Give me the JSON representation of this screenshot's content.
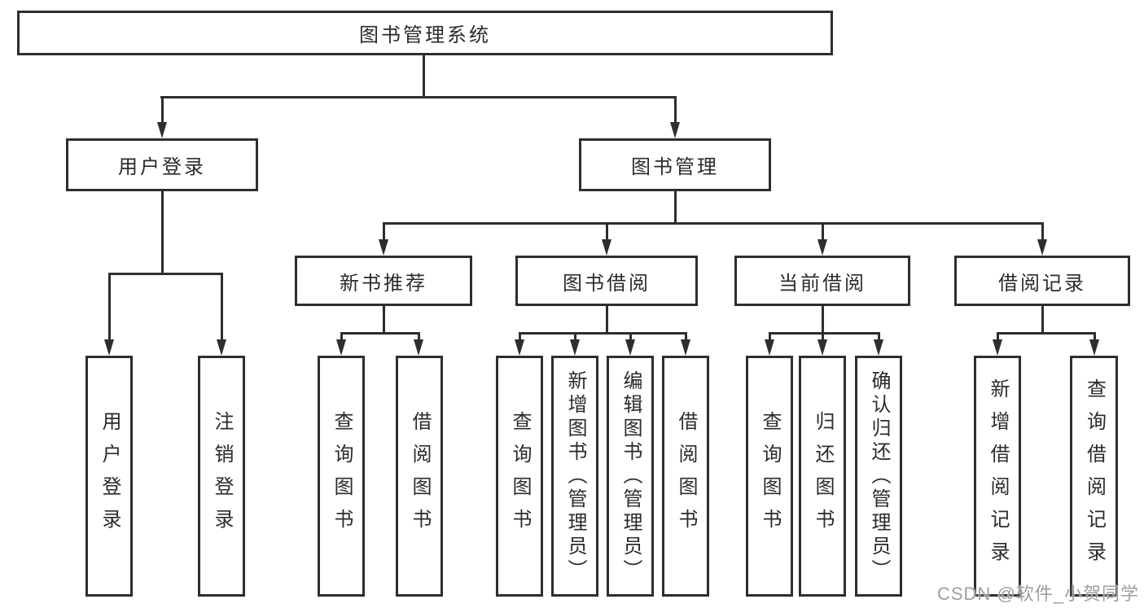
{
  "tree": {
    "root": {
      "label": "图书管理系统"
    },
    "branches": [
      {
        "label": "用户登录",
        "leaves": [
          {
            "label": "用户登录"
          },
          {
            "label": "注销登录"
          }
        ]
      },
      {
        "label": "图书管理",
        "sections": [
          {
            "label": "新书推荐",
            "leaves": [
              {
                "label": "查询图书"
              },
              {
                "label": "借阅图书"
              }
            ]
          },
          {
            "label": "图书借阅",
            "leaves": [
              {
                "label": "查询图书"
              },
              {
                "label": "新增图书（管理员）"
              },
              {
                "label": "编辑图书（管理员）"
              },
              {
                "label": "借阅图书"
              }
            ]
          },
          {
            "label": "当前借阅",
            "leaves": [
              {
                "label": "查询图书"
              },
              {
                "label": "归还图书"
              },
              {
                "label": "确认归还（管理员）"
              }
            ]
          },
          {
            "label": "借阅记录",
            "leaves": [
              {
                "label": "新增借阅记录"
              },
              {
                "label": "查询借阅记录"
              }
            ]
          }
        ]
      }
    ]
  },
  "watermark": {
    "text": "CSDN @软件_小贺同学"
  },
  "colors": {
    "line": "#2e2e2e",
    "text": "#2b2b2b",
    "watermark": "#9e9e9e",
    "background": "#ffffff"
  }
}
